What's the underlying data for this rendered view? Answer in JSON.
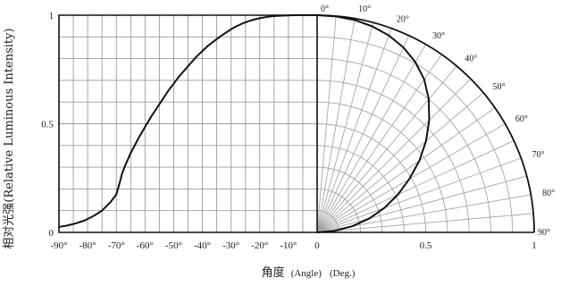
{
  "chart_data": {
    "type": "line",
    "ylabel": "相对光强(Relative Luminous Intensity)",
    "xlabel_cn": "角度",
    "xlabel_angle": "(Angle)",
    "xlabel_unit": "(Deg.)",
    "cartesian": {
      "xlim": [
        -90,
        0
      ],
      "ylim": [
        0,
        1
      ],
      "x_ticks": [
        {
          "value": -90,
          "label": "-90°"
        },
        {
          "value": -80,
          "label": "-80°"
        },
        {
          "value": -70,
          "label": "-70°"
        },
        {
          "value": -60,
          "label": "-60°"
        },
        {
          "value": -50,
          "label": "-50°"
        },
        {
          "value": -40,
          "label": "-40°"
        },
        {
          "value": -30,
          "label": "-30°"
        },
        {
          "value": -20,
          "label": "-20°"
        },
        {
          "value": -10,
          "label": "-10°"
        },
        {
          "value": 0,
          "label": "0°"
        }
      ],
      "y_ticks": [
        {
          "value": 0,
          "label": "0"
        },
        {
          "value": 0.5,
          "label": "0.5"
        },
        {
          "value": 1,
          "label": "1"
        }
      ],
      "grid": true,
      "series": [
        {
          "x": [
            -90,
            -87,
            -84,
            -81,
            -78,
            -75,
            -72,
            -70,
            -69,
            -68,
            -67,
            -66,
            -65,
            -64,
            -62,
            -60,
            -58,
            -56,
            -54,
            -52,
            -50,
            -48,
            -46,
            -44,
            -42,
            -40,
            -38,
            -36,
            -34,
            -32,
            -30,
            -28,
            -26,
            -24,
            -22,
            -20,
            -18,
            -16,
            -14,
            -12,
            -10,
            -8,
            -6,
            -4,
            -2,
            0
          ],
          "y": [
            0.025,
            0.032,
            0.042,
            0.055,
            0.075,
            0.1,
            0.14,
            0.175,
            0.22,
            0.27,
            0.305,
            0.335,
            0.365,
            0.39,
            0.44,
            0.485,
            0.53,
            0.57,
            0.61,
            0.65,
            0.685,
            0.72,
            0.75,
            0.78,
            0.81,
            0.835,
            0.86,
            0.88,
            0.9,
            0.918,
            0.935,
            0.95,
            0.962,
            0.972,
            0.98,
            0.986,
            0.991,
            0.995,
            0.997,
            0.998,
            0.999,
            1.0,
            1.0,
            1.0,
            1.0,
            1.0
          ]
        }
      ]
    },
    "polar": {
      "angle_range": [
        0,
        90
      ],
      "radius_range": [
        0,
        1
      ],
      "angle_ticks": [
        {
          "value": 0,
          "label": "0°"
        },
        {
          "value": 10,
          "label": "10°"
        },
        {
          "value": 20,
          "label": "20°"
        },
        {
          "value": 30,
          "label": "30°"
        },
        {
          "value": 40,
          "label": "40°"
        },
        {
          "value": 50,
          "label": "50°"
        },
        {
          "value": 60,
          "label": "60°"
        },
        {
          "value": 70,
          "label": "70°"
        },
        {
          "value": 80,
          "label": "80°"
        },
        {
          "value": 90,
          "label": "90°"
        }
      ],
      "radius_ticks": [
        {
          "value": 0,
          "label": "0"
        },
        {
          "value": 0.5,
          "label": "0.5"
        },
        {
          "value": 1,
          "label": "1"
        }
      ],
      "grid": true,
      "series": [
        {
          "angle": [
            0,
            5,
            10,
            15,
            20,
            25,
            30,
            35,
            40,
            45,
            50,
            55,
            60,
            65,
            70,
            75,
            80,
            85,
            90
          ],
          "radius": [
            1.0,
            0.998,
            0.993,
            0.982,
            0.965,
            0.94,
            0.905,
            0.86,
            0.8,
            0.73,
            0.655,
            0.575,
            0.49,
            0.41,
            0.33,
            0.25,
            0.165,
            0.08,
            0.0
          ]
        }
      ]
    }
  }
}
